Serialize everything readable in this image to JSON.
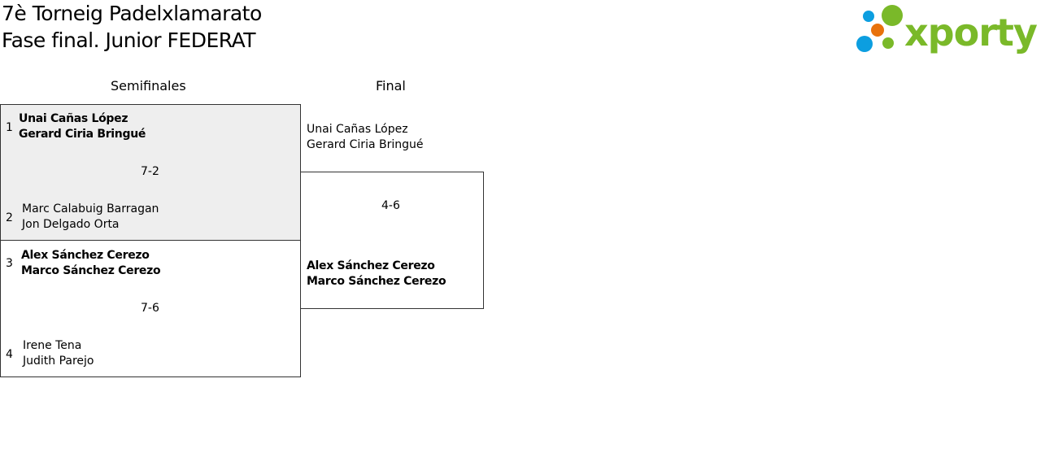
{
  "header": {
    "title_line1": "7è Torneig Padelxlamarato",
    "title_line2": "Fase final. Junior FEDERAT",
    "logo_text": "xporty"
  },
  "colors": {
    "logo_green": "#7ab929",
    "logo_blue": "#0c9ee0",
    "logo_orange": "#e8720c",
    "highlight_bg": "#eeeeee"
  },
  "rounds": [
    "Semifinales",
    "Final"
  ],
  "semifinals": [
    {
      "score": "7-2",
      "teams": [
        {
          "seed": "1",
          "p1": "Unai Cañas López",
          "p2": "Gerard Ciria Bringué",
          "winner": true
        },
        {
          "seed": "2",
          "p1": "Marc Calabuig Barragan",
          "p2": "Jon Delgado Orta",
          "winner": false
        }
      ]
    },
    {
      "score": "7-6",
      "teams": [
        {
          "seed": "3",
          "p1": "Alex Sánchez Cerezo",
          "p2": "Marco Sánchez Cerezo",
          "winner": true
        },
        {
          "seed": "4",
          "p1": "Irene Tena",
          "p2": "Judith Parejo",
          "winner": false
        }
      ]
    }
  ],
  "final": {
    "score": "4-6",
    "teams": [
      {
        "p1": "Unai Cañas López",
        "p2": "Gerard Ciria Bringué",
        "winner": false
      },
      {
        "p1": "Alex Sánchez Cerezo",
        "p2": "Marco Sánchez Cerezo",
        "winner": true
      }
    ]
  }
}
